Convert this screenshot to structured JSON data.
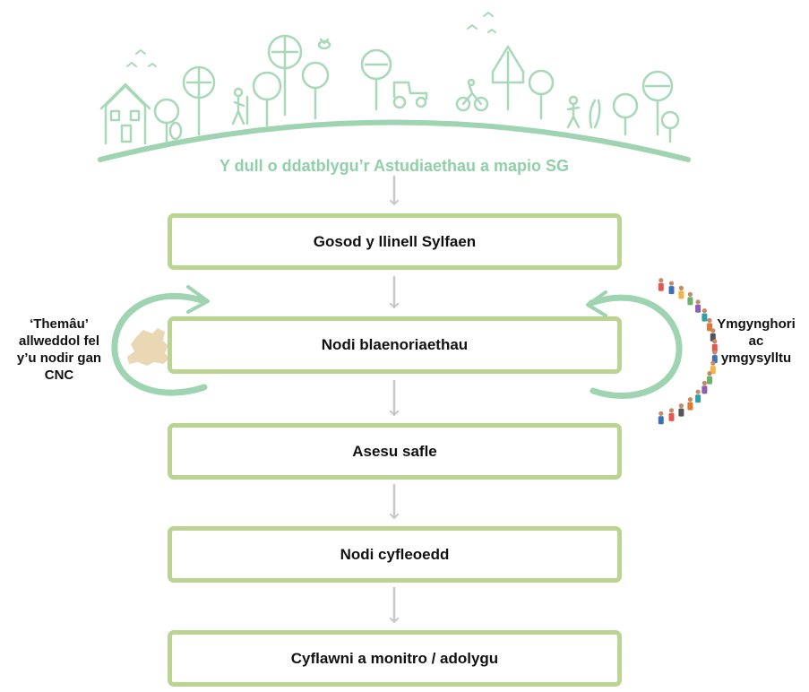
{
  "header": {
    "title": "Y dull o ddatblygu’r Astudiaethau a mapio SG"
  },
  "steps": [
    {
      "label": "Gosod y llinell Sylfaen"
    },
    {
      "label": "Nodi blaenoriaethau"
    },
    {
      "label": "Asesu safle"
    },
    {
      "label": "Nodi cyfleoedd"
    },
    {
      "label": "Cyflawni a monitro / adolygu"
    }
  ],
  "side_left": {
    "lines": [
      "‘Themâu’",
      "allweddol fel",
      "y’u nodir gan",
      "CNC"
    ],
    "icon": "wales-map-icon"
  },
  "side_right": {
    "lines": [
      "Ymgynghori",
      "ac",
      "ymgysylltu"
    ],
    "icon": "people-circle-icon"
  },
  "colors": {
    "header_green": "#8fd0a8",
    "line_art_green": "#a7d9b9",
    "box_border": "#b9d591",
    "arrow_grey": "#c8c8c8",
    "loop_arrow": "#9fd4b2",
    "map_fill": "#ead8b4"
  }
}
